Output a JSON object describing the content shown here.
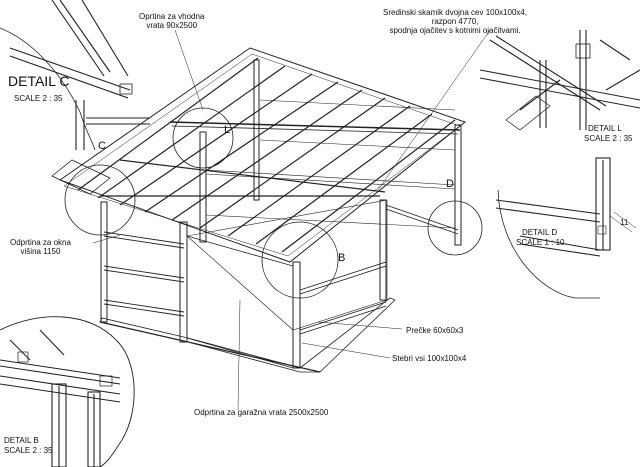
{
  "details": {
    "c": {
      "title": "DETAIL C",
      "scale": "SCALE 2 : 35",
      "marker": "C"
    },
    "l": {
      "title": "DETAIL L",
      "scale": "SCALE 2 : 35",
      "marker": "L"
    },
    "d": {
      "title": "DETAIL D",
      "scale": "SCALE 1 : 10",
      "marker": "D"
    },
    "b": {
      "title": "DETAIL B",
      "scale": "SCALE 2 : 35",
      "marker": "B"
    }
  },
  "annotations": {
    "vhodna": [
      "Oprtina za vhodna",
      "vrata 90x2500"
    ],
    "skamik": [
      "Sredinski skamik dvojna cev 100x100x4,",
      "razpon 4770,",
      "spodnja ojačitev s kotnimi ojačitvami."
    ],
    "okna": [
      "Odprtina za okna",
      "višina 1150"
    ],
    "precke": "Prečke 60x60x3",
    "stebri": "Stebri vsi 100x100x4",
    "garazna": "Odprtina za garažna vrata 2500x2500"
  },
  "dimension_d": "11"
}
